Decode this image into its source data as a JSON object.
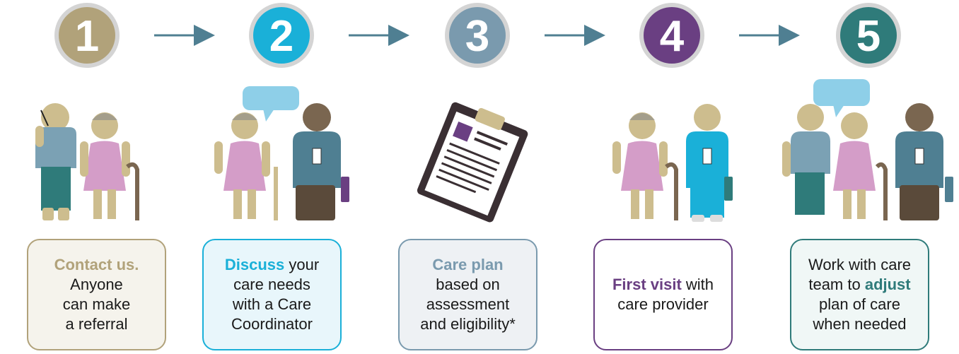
{
  "colors": {
    "step1": "#b1a27a",
    "step2": "#1ab0d8",
    "step3": "#7a9aae",
    "step4": "#6a3f82",
    "step5": "#2f7b7a",
    "arrow": "#4f7f92",
    "skin": "#cdbd8e",
    "dress": "#d49dc8",
    "bubble": "#8ecfe8"
  },
  "steps": [
    {
      "number": "1",
      "color": "#b1a27a",
      "illustration": "caller-and-elder-icon",
      "lines": [
        {
          "bold": "Contact us.",
          "rest": ""
        },
        {
          "bold": "",
          "rest": "Anyone"
        },
        {
          "bold": "",
          "rest": "can make"
        },
        {
          "bold": "",
          "rest": "a referral"
        }
      ]
    },
    {
      "number": "2",
      "color": "#1ab0d8",
      "illustration": "elder-and-coordinator-talking-icon",
      "lines": [
        {
          "bold": "Discuss",
          "rest": " your"
        },
        {
          "bold": "",
          "rest": "care needs"
        },
        {
          "bold": "",
          "rest": "with a Care"
        },
        {
          "bold": "",
          "rest": "Coordinator"
        }
      ]
    },
    {
      "number": "3",
      "color": "#7a9aae",
      "illustration": "clipboard-care-plan-icon",
      "lines": [
        {
          "bold": "Care plan",
          "rest": ""
        },
        {
          "bold": "",
          "rest": "based on"
        },
        {
          "bold": "",
          "rest": "assessment"
        },
        {
          "bold": "",
          "rest": "and eligibility*"
        }
      ]
    },
    {
      "number": "4",
      "color": "#6a3f82",
      "illustration": "elder-and-nurse-icon",
      "lines": [
        {
          "bold": "First visit",
          "rest": " with"
        },
        {
          "bold": "",
          "rest": "care provider"
        }
      ]
    },
    {
      "number": "5",
      "color": "#2f7b7a",
      "illustration": "care-team-group-icon",
      "lines": [
        {
          "bold": "",
          "rest": "Work with care"
        },
        {
          "bold": "",
          "rest": "team to ",
          "bold2": "adjust"
        },
        {
          "bold": "",
          "rest": "plan of care"
        },
        {
          "bold": "",
          "rest": "when needed"
        }
      ]
    }
  ]
}
